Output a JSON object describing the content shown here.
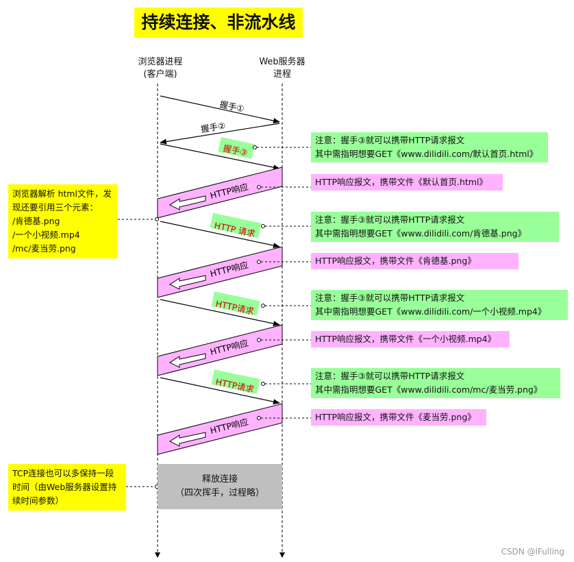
{
  "title": "持续连接、非流水线",
  "lanes": {
    "browser": [
      "浏览器进程",
      "(客户端)"
    ],
    "server": [
      "Web服务器",
      "进程"
    ]
  },
  "arrows": {
    "hs1": "握手①",
    "hs2": "握手②",
    "hs3": "握手③",
    "resp": "HTTP响应",
    "req1": "HTTP 请求",
    "req": "HTTP请求"
  },
  "notes": {
    "n1": [
      "注意：握手③就可以携带HTTP请求报文",
      "其中需指明想要GET《www.dilidili.com/默认首页.html》"
    ],
    "r1": "HTTP响应报文，携带文件《默认首页.html》",
    "n2": [
      "注意：握手③就可以携带HTTP请求报文",
      "其中需指明想要GET《www.dilidili.com/肯德基.png》"
    ],
    "r2": "HTTP响应报文，携带文件《肯德基.png》",
    "n3": [
      "注意：握手③就可以携带HTTP请求报文",
      "其中需指明想要GET《www.dilidili.com/一个小视频.mp4》"
    ],
    "r3": "HTTP响应报文，携带文件《一个小视频.mp4》",
    "n4": [
      "注意：握手③就可以携带HTTP请求报文",
      "其中需指明想要GET《www.dilidili.com/mc/麦当劳.png》"
    ],
    "r4": "HTTP响应报文，携带文件《麦当劳.png》"
  },
  "browser_note": [
    "浏览器解析 html文件，发",
    "现还要引用三个元素：",
    "/肯德基.png",
    "/一个小视频.mp4",
    "/mc/麦当劳.png"
  ],
  "tcp_note": [
    "TCP连接也可以多保持一段",
    "时间（由Web服务器设置持",
    "续时间参数）"
  ],
  "release": [
    "释放连接",
    "（四次挥手，过程略）"
  ],
  "watermark": "CSDN @lFulling",
  "colors": {
    "title_bg": "#ffff00",
    "req_note": "#99ff99",
    "resp_box": "#ffb3ff",
    "release_bg": "#bfbfbf",
    "req_text": "#cc0000"
  }
}
